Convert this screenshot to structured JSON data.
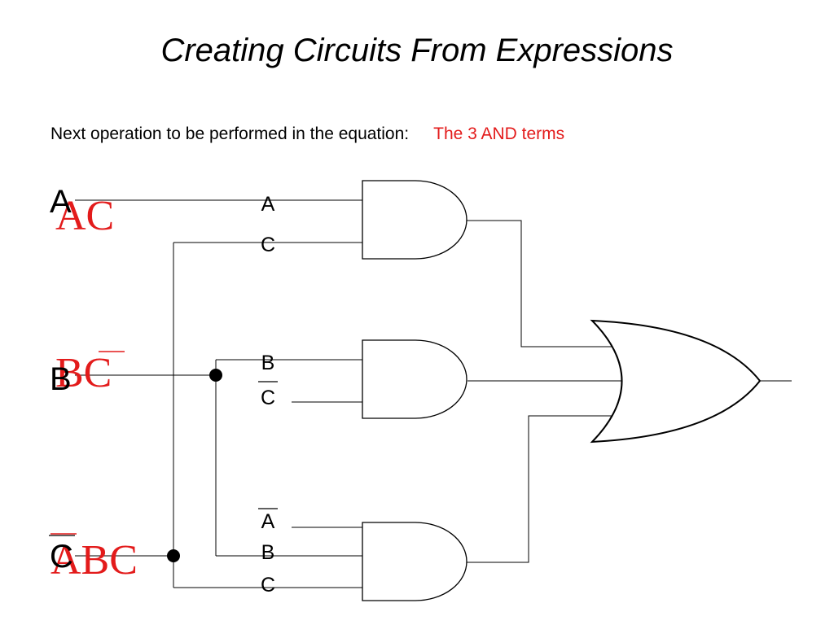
{
  "title": "Creating Circuits From Expressions",
  "subtitle": {
    "label": "Next operation to be performed in the equation:",
    "highlight": "The 3 AND terms"
  },
  "colors": {
    "highlight": "#e31b1b",
    "wire": "#000000"
  },
  "inputs": {
    "a": "A",
    "b": "B",
    "c": "C"
  },
  "gate1_inputs": {
    "in1": "A",
    "in2": "C"
  },
  "gate2_inputs": {
    "in1": "B",
    "in2": "C"
  },
  "gate3_inputs": {
    "in1": "A",
    "in2": "B",
    "in3": "C"
  },
  "terms": {
    "term1": "AC",
    "term2": "BC",
    "term3": "ABC"
  }
}
